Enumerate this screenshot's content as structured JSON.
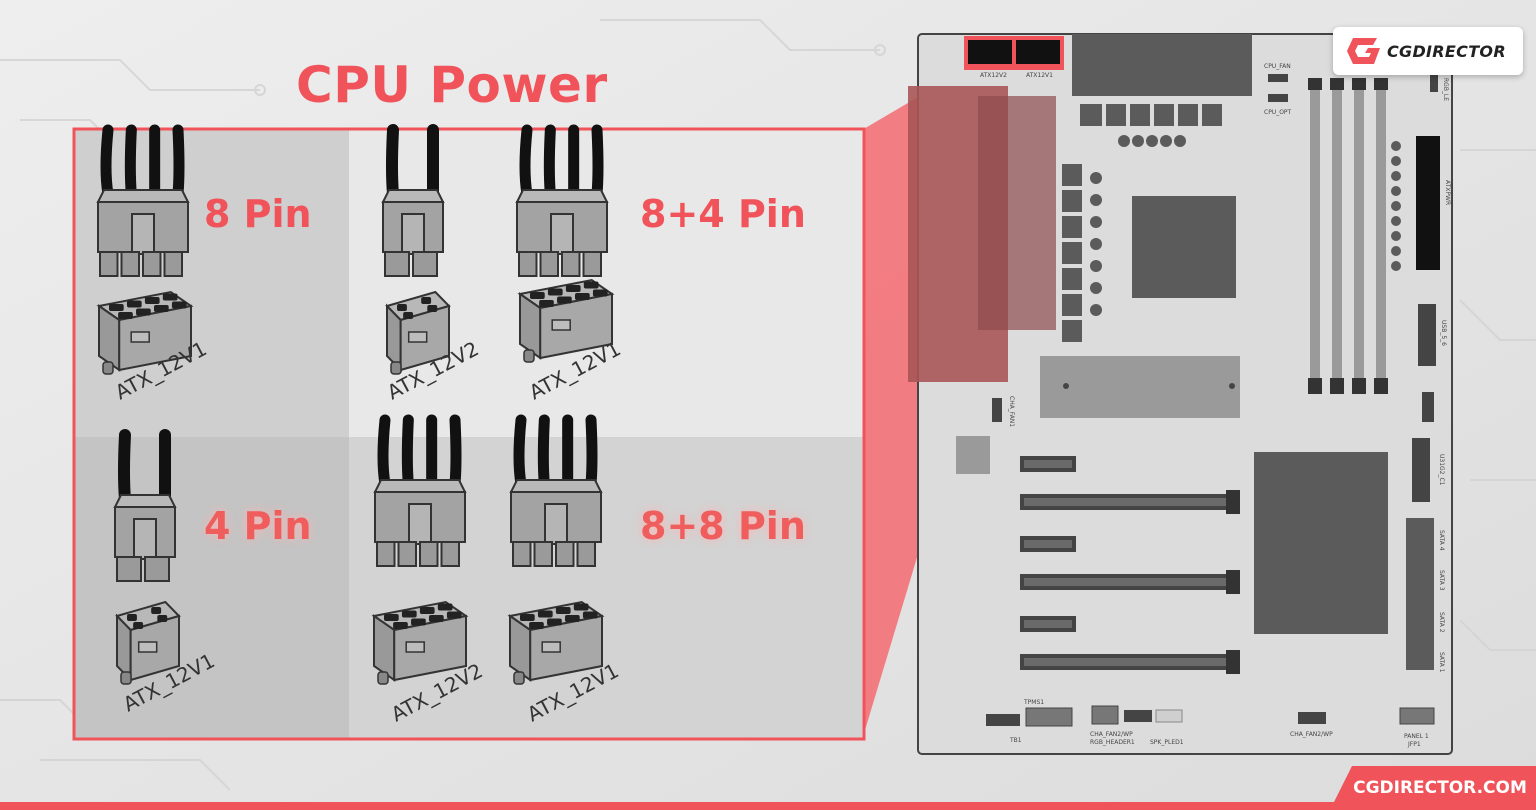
{
  "title": "CPU Power",
  "brand": {
    "logo_text": "CGDIRECTOR",
    "footer_text": "CGDIRECTOR.COM",
    "accent": "#f0545a"
  },
  "connectors": [
    {
      "label": "8 Pin",
      "headers": [
        "ATX_12V1"
      ]
    },
    {
      "label": "8+4 Pin",
      "headers": [
        "ATX_12V2",
        "ATX_12V1"
      ]
    },
    {
      "label": "4 Pin",
      "headers": [
        "ATX_12V1"
      ]
    },
    {
      "label": "8+8 Pin",
      "headers": [
        "ATX_12V2",
        "ATX_12V1"
      ]
    }
  ],
  "motherboard": {
    "labels": {
      "atx12v2": "ATX12V2",
      "atx12v1": "ATX12V1",
      "cpu_fan": "CPU_FAN",
      "cpu_opt": "CPU_OPT",
      "rgb_led": "RGB_LE",
      "atxpwr": "ATXPWR",
      "usb": "USB_5_6",
      "cha_fan1": "CHA_FAN1",
      "u31g2": "U31G2_C1",
      "sata4": "SATA 4",
      "sata3": "SATA 3",
      "sata2": "SATA 2",
      "sata1": "SATA 1",
      "tb1": "TB1",
      "tpms1": "TPMS1",
      "cha_fan2_wp_a": "CHA_FAN2/WP",
      "rgb_header": "RGB_HEADER1",
      "spk": "SPK_PLED1",
      "cha_fan2_wp_b": "CHA_FAN2/WP",
      "panel": "PANEL 1",
      "jfp": "JFP1"
    }
  }
}
